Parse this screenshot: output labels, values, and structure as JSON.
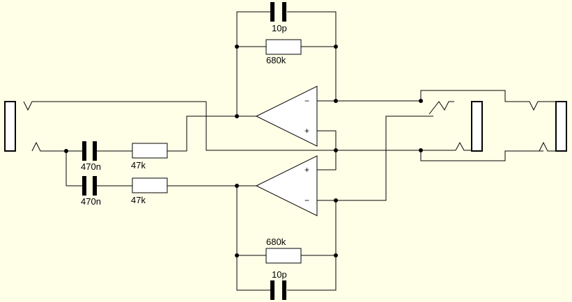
{
  "labels": {
    "cap_top": "10p",
    "res_top": "680k",
    "cap_in_1": "470n",
    "res_in_1": "47k",
    "cap_in_2": "470n",
    "res_in_2": "47k",
    "res_bottom": "680k",
    "cap_bottom": "10p"
  },
  "opamp_pins": {
    "minus": "−",
    "plus": "+"
  },
  "colors": {
    "background": "#ffffe8",
    "wire": "#000000",
    "component_fill": "#ffffff",
    "capacitor_plate": "#000000"
  }
}
